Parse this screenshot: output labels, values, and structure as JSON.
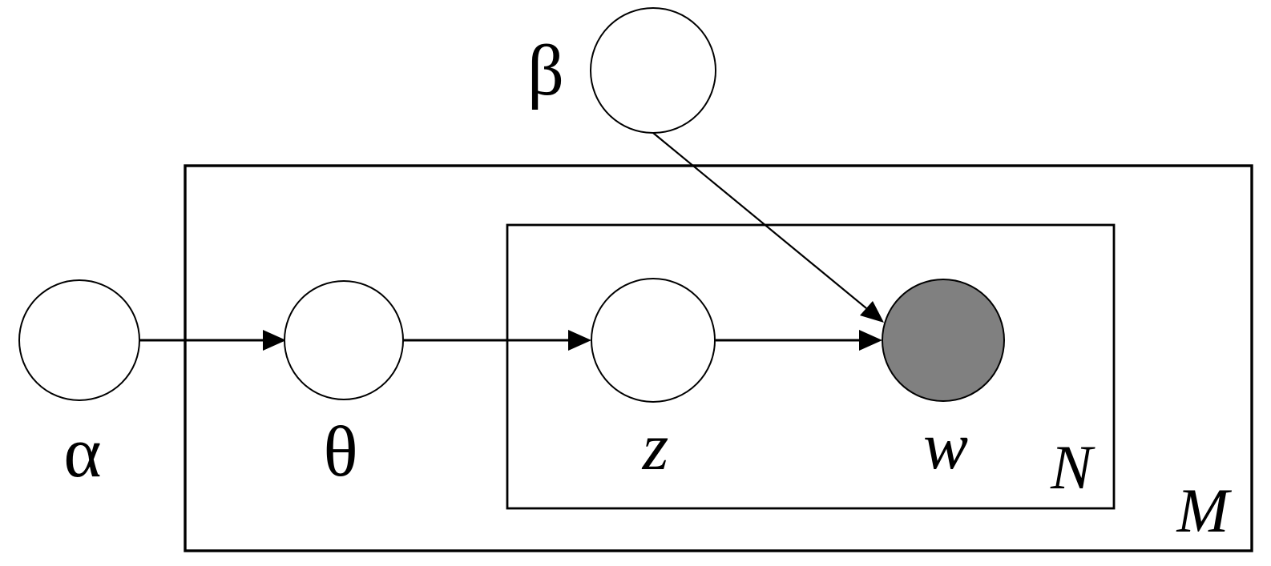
{
  "diagram": {
    "kind": "plate-notation-graphical-model",
    "nodes": [
      {
        "id": "alpha",
        "label": "α",
        "observed": false
      },
      {
        "id": "beta",
        "label": "β",
        "observed": false
      },
      {
        "id": "theta",
        "label": "θ",
        "observed": false
      },
      {
        "id": "z",
        "label": "z",
        "observed": false
      },
      {
        "id": "w",
        "label": "w",
        "observed": true
      }
    ],
    "edges": [
      {
        "from": "alpha",
        "to": "theta"
      },
      {
        "from": "theta",
        "to": "z"
      },
      {
        "from": "z",
        "to": "w"
      },
      {
        "from": "beta",
        "to": "w"
      }
    ],
    "plates": [
      {
        "id": "inner",
        "label": "N"
      },
      {
        "id": "outer",
        "label": "M"
      }
    ],
    "colors": {
      "observed_node_fill": "#808080",
      "unobserved_node_fill": "#ffffff",
      "stroke": "#000000",
      "background": "#ffffff"
    }
  }
}
